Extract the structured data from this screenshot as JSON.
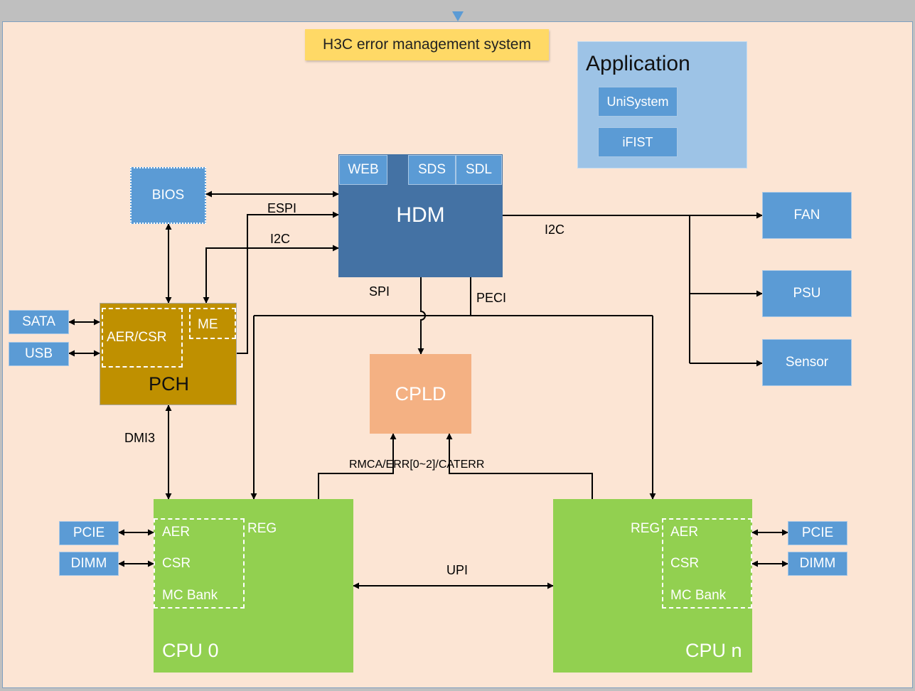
{
  "title": "H3C error management system",
  "application": {
    "title": "Application",
    "items": [
      "UniSystem",
      "iFIST"
    ]
  },
  "hdm": {
    "label": "HDM",
    "tabs": [
      "WEB",
      "SDS",
      "SDL"
    ]
  },
  "bios": "BIOS",
  "pch": {
    "label": "PCH",
    "inner": [
      "AER/CSR",
      "ME"
    ]
  },
  "peripherals_left": [
    "SATA",
    "USB"
  ],
  "peripherals_right": [
    "FAN",
    "PSU",
    "Sensor"
  ],
  "cpld": "CPLD",
  "cpu0": {
    "label": "CPU 0",
    "reg": "REG",
    "items": [
      "AER",
      "CSR",
      "MC Bank"
    ],
    "links": [
      "PCIE",
      "DIMM"
    ]
  },
  "cpun": {
    "label": "CPU n",
    "reg": "REG",
    "items": [
      "AER",
      "CSR",
      "MC Bank"
    ],
    "links": [
      "PCIE",
      "DIMM"
    ]
  },
  "bus_labels": {
    "espi": "ESPI",
    "i2c_left": "I2C",
    "i2c_right": "I2C",
    "spi": "SPI",
    "peci": "PECI",
    "dmi": "DMI3",
    "upi": "UPI",
    "rmca": "RMCA/ERR[0~2]/CATERR"
  },
  "colors": {
    "canvas": "#fce5d4",
    "blue": "#5b9bd5",
    "hdm": "#4472a4",
    "pch": "#bf9000",
    "cpu": "#92d050",
    "cpld": "#f4b183",
    "title_bg": "#ffd966",
    "app_bg": "#9dc3e6"
  }
}
